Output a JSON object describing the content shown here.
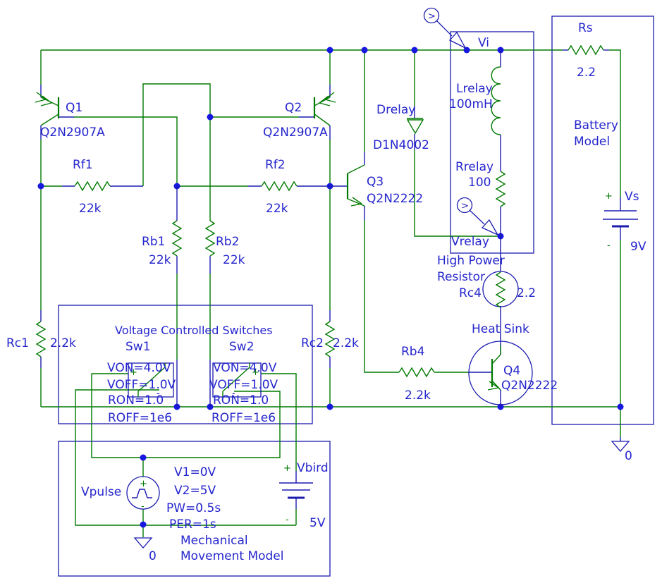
{
  "colors": {
    "wire_green": "#007A00",
    "symbol_blue": "#1B1BB0",
    "label_blue": "#2526CD",
    "junction_blue": "#1717E0",
    "background": "#FFFFFF"
  },
  "probe_glyph": ">",
  "nets": {
    "vi": "Vi",
    "vrelay": "Vrelay"
  },
  "components": {
    "q1": {
      "ref": "Q1",
      "model": "Q2N2907A"
    },
    "q2": {
      "ref": "Q2",
      "model": "Q2N2907A"
    },
    "q3": {
      "ref": "Q3",
      "model": "Q2N2222"
    },
    "q4": {
      "ref": "Q4",
      "model": "Q2N2222"
    },
    "rf1": {
      "ref": "Rf1",
      "value": "22k"
    },
    "rf2": {
      "ref": "Rf2",
      "value": "22k"
    },
    "rb1": {
      "ref": "Rb1",
      "value": "22k"
    },
    "rb2": {
      "ref": "Rb2",
      "value": "22k"
    },
    "rc1": {
      "ref": "Rc1",
      "value": "2.2k"
    },
    "rc2": {
      "ref": "Rc2",
      "value": "2.2k"
    },
    "rb4": {
      "ref": "Rb4",
      "value": "2.2k"
    },
    "rc4": {
      "ref": "Rc4",
      "value": "2.2"
    },
    "rs": {
      "ref": "Rs",
      "value": "2.2"
    },
    "lrelay": {
      "ref": "Lrelay",
      "value": "100mH"
    },
    "rrelay": {
      "ref": "Rrelay",
      "value": "100"
    },
    "drelay": {
      "ref": "Drelay",
      "model": "D1N4002"
    },
    "vs": {
      "ref": "Vs",
      "value": "9V",
      "plus": "+",
      "minus": "-"
    },
    "vbird": {
      "ref": "Vbird",
      "value": "5V",
      "plus": "+",
      "minus": "-"
    },
    "vpulse": {
      "ref": "Vpulse",
      "plus": "+",
      "minus": "-",
      "params": [
        "V1=0V",
        "V2=5V",
        "PW=0.5s",
        "PER=1s"
      ]
    },
    "sw1": {
      "ref": "Sw1",
      "plus": "+",
      "minus": "-",
      "params": [
        "VON=4.0V",
        "VOFF=1.0V",
        "RON=1.0",
        "ROFF=1e6"
      ]
    },
    "sw2": {
      "ref": "Sw2",
      "plus": "+",
      "minus": "-",
      "params": [
        "VON=4.0V",
        "VOFF=1.0V",
        "RON=1.0",
        "ROFF=1e6"
      ]
    }
  },
  "annotations": {
    "switch_box_title": "Voltage Controlled Switches",
    "battery_model": [
      "Battery",
      "Model"
    ],
    "mech_model": [
      "Mechanical",
      "Movement Model"
    ],
    "high_power": [
      "High Power",
      "Resistor"
    ],
    "heat_sink": "Heat Sink",
    "ground_labels": [
      "0",
      "0"
    ]
  }
}
